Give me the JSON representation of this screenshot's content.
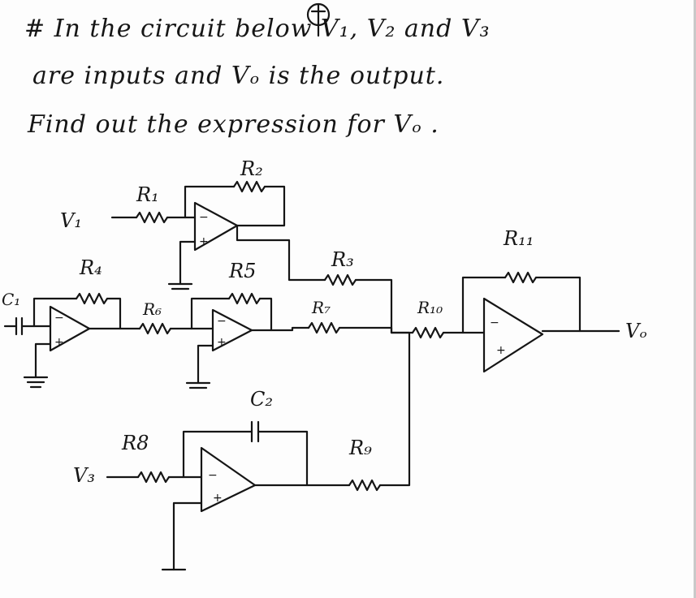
{
  "question": {
    "line1": "# In the circuit below V₁, V₂ and V₃",
    "line2": "are inputs and Vₒ is the output.",
    "line3": "Find out the expression for Vₒ ."
  },
  "labels": {
    "R1": "R₁",
    "R2": "R₂",
    "R3": "R₃",
    "R4": "R₄",
    "R5": "R5",
    "R6": "R₆",
    "R7": "R₇",
    "R8": "R8",
    "R9": "R₉",
    "R10": "R₁₀",
    "R11": "R₁₁",
    "C1": "C₁",
    "C2": "C₂",
    "V1": "V₁",
    "V3": "V₃",
    "Vo": "Vₒ"
  },
  "opamp": {
    "plus": "+",
    "minus": "−"
  }
}
